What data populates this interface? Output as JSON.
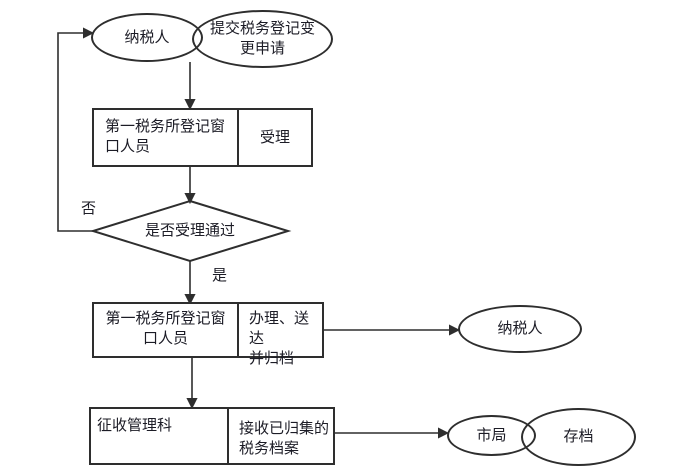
{
  "diagram": {
    "nodes": {
      "taxpayer_start": "纳税人",
      "submit_application": "提交税务登记变\n更申请",
      "window_staff_1": "第一税务所登记窗\n口人员",
      "accept": "受理",
      "decision": "是否受理通过",
      "no_label": "否",
      "yes_label": "是",
      "window_staff_2": "第一税务所登记窗\n口人员",
      "handle_deliver_archive": "办理、送达\n并归档",
      "taxpayer_end": "纳税人",
      "collection_admin_dept": "征收管理科",
      "receive_collected_files": "接收已归集的\n税务档案",
      "city_bureau": "市局",
      "archive": "存档"
    },
    "colors": {
      "line": "#2e2e2e",
      "text": "#1c1c26",
      "background": "#ffffff"
    }
  }
}
